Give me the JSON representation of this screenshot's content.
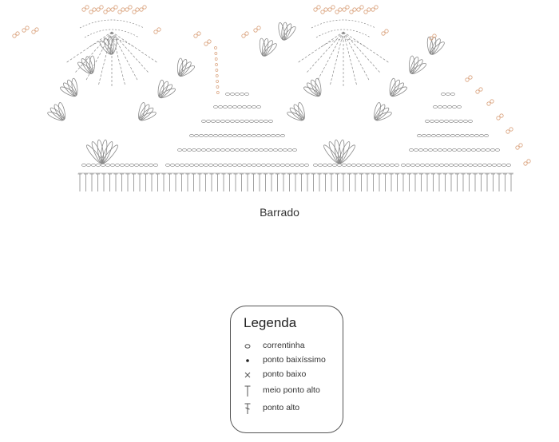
{
  "caption": "Barrado",
  "legend": {
    "title": "Legenda",
    "items": [
      {
        "symbol": "chain-icon",
        "label": "correntinha"
      },
      {
        "symbol": "slip-stitch-icon",
        "label": "ponto baixíssimo"
      },
      {
        "symbol": "single-crochet-icon",
        "label": "ponto baixo"
      },
      {
        "symbol": "half-double-crochet-icon",
        "label": "meio ponto alto"
      },
      {
        "symbol": "double-crochet-icon",
        "label": "ponto alto"
      }
    ]
  },
  "colors": {
    "stitch": "#8a8a8a",
    "accent": "#d9a07a",
    "text": "#222222",
    "border": "#555555"
  }
}
